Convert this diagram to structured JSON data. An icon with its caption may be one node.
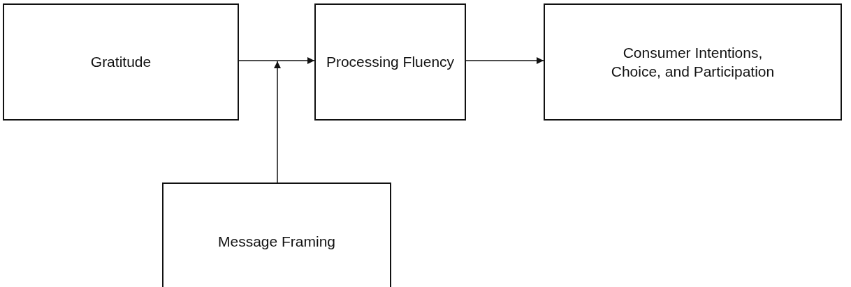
{
  "diagram": {
    "nodes": [
      {
        "text": [
          "Gratitude"
        ]
      },
      {
        "text": [
          "Processing Fluency"
        ]
      },
      {
        "text": [
          "Consumer Intentions, Choice, and Participation"
        ]
      },
      {
        "text": [
          "Message Framing"
        ]
      }
    ],
    "edges": [
      {
        "from": 0,
        "to": 1,
        "arrow": "to"
      },
      {
        "from": 1,
        "to": 2,
        "arrow": "to"
      },
      {
        "from": 3,
        "to": null,
        "arrow": "to"
      }
    ]
  }
}
